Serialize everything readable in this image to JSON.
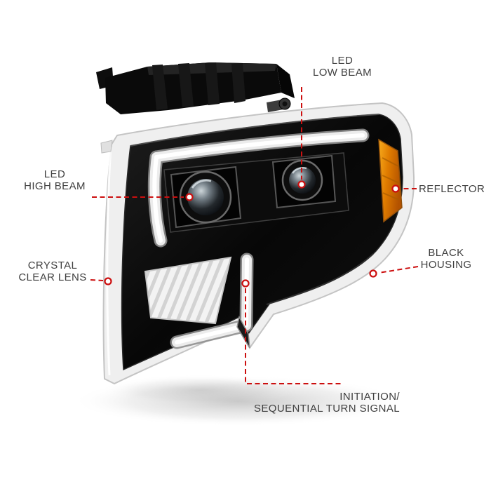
{
  "callouts": {
    "led_low_beam": {
      "line1": "LED",
      "line2": "LOW BEAM"
    },
    "led_high_beam": {
      "line1": "LED",
      "line2": "HIGH BEAM"
    },
    "reflector": {
      "label": "REFLECTOR"
    },
    "crystal_clear_lens": {
      "line1": "CRYSTAL",
      "line2": "CLEAR LENS"
    },
    "black_housing": {
      "line1": "BLACK",
      "line2": "HOUSING"
    },
    "turn_signal": {
      "line1": "INITIATION/",
      "line2": "SEQUENTIAL TURN SIGNAL"
    }
  },
  "colors": {
    "leader": "#cc0f0f",
    "label_text": "#3f3f3f",
    "amber": "#e8891a",
    "housing": "#0a0a0a",
    "led_bar": "#f5f5f5",
    "background": "#ffffff"
  }
}
